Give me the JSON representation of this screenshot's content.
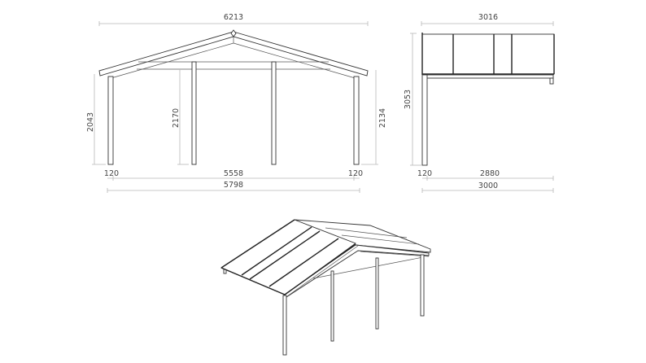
{
  "front_elevation": {
    "overall_roof_width": "6213",
    "left_post_height": "2043",
    "center_post_height": "2170",
    "right_post_height": "2134",
    "left_post_width": "120",
    "inner_span": "5558",
    "right_post_width": "120",
    "overall_width": "5798"
  },
  "side_elevation": {
    "roof_depth": "3016",
    "total_height": "3053",
    "post_width": "120",
    "inner_depth": "2880",
    "overall_depth": "3000"
  }
}
